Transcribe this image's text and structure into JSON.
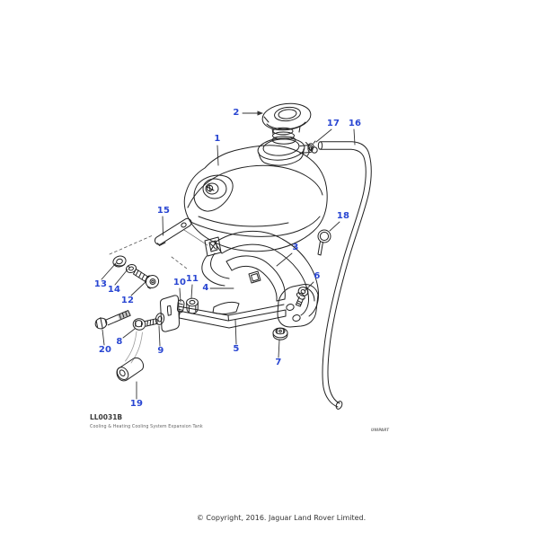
{
  "diagram": {
    "code": "LL0031B",
    "caption": "Cooling & Heating Cooling System Expansion Tank",
    "brand": "UNIPART",
    "callout_color": "#2946d2",
    "line_color": "#222222",
    "callouts": [
      "1",
      "2",
      "3",
      "4",
      "5",
      "6",
      "7",
      "8",
      "9",
      "10",
      "11",
      "12",
      "13",
      "14",
      "15",
      "16",
      "17",
      "18",
      "19",
      "20"
    ]
  },
  "footer": {
    "copyright": "© Copyright, 2016. Jaguar Land Rover Limited."
  }
}
